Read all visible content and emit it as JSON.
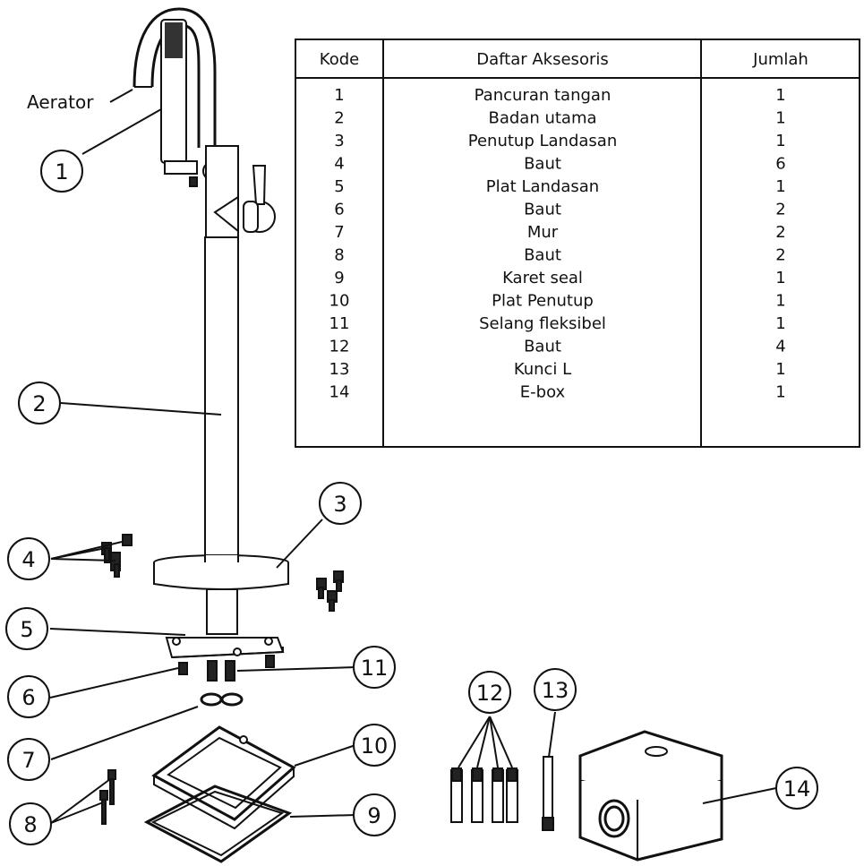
{
  "aerator_label": "Aerator",
  "callouts": [
    "1",
    "2",
    "3",
    "4",
    "5",
    "6",
    "7",
    "8",
    "9",
    "10",
    "11",
    "12",
    "13",
    "14"
  ],
  "table": {
    "headers": {
      "code": "Kode",
      "name": "Daftar Aksesoris",
      "qty": "Jumlah"
    },
    "rows": [
      {
        "code": "1",
        "name": "Pancuran tangan",
        "qty": "1"
      },
      {
        "code": "2",
        "name": "Badan utama",
        "qty": "1"
      },
      {
        "code": "3",
        "name": "Penutup Landasan",
        "qty": "1"
      },
      {
        "code": "4",
        "name": "Baut",
        "qty": "6"
      },
      {
        "code": "5",
        "name": "Plat Landasan",
        "qty": "1"
      },
      {
        "code": "6",
        "name": "Baut",
        "qty": "2"
      },
      {
        "code": "7",
        "name": "Mur",
        "qty": "2"
      },
      {
        "code": "8",
        "name": "Baut",
        "qty": "2"
      },
      {
        "code": "9",
        "name": "Karet seal",
        "qty": "1"
      },
      {
        "code": "10",
        "name": "Plat Penutup",
        "qty": "1"
      },
      {
        "code": "11",
        "name": "Selang fleksibel",
        "qty": "1"
      },
      {
        "code": "12",
        "name": "Baut",
        "qty": "4"
      },
      {
        "code": "13",
        "name": "Kunci L",
        "qty": "1"
      },
      {
        "code": "14",
        "name": "E-box",
        "qty": "1"
      }
    ]
  }
}
